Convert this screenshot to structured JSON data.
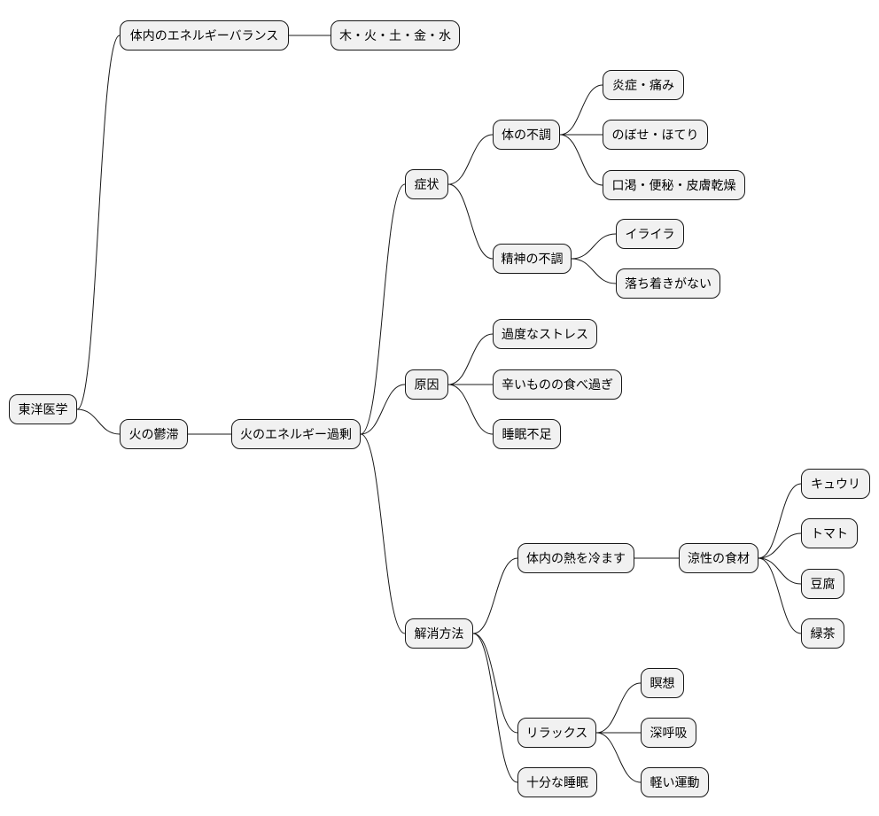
{
  "colors": {
    "node_fill": "#f1f1f1",
    "node_border": "#181818",
    "line": "#181818",
    "background": "#ffffff"
  },
  "nodes": {
    "root": "東洋医学",
    "balance": "体内のエネルギーバランス",
    "five_elements": "木・火・土・金・水",
    "fire_stagnation": "火の鬱滞",
    "fire_excess": "火のエネルギー過剰",
    "symptoms": "症状",
    "body_discomfort": "体の不調",
    "inflammation": "炎症・痛み",
    "hot_flush": "のぼせ・ほてり",
    "dryness": "口渇・便秘・皮膚乾燥",
    "mental_discomfort": "精神の不調",
    "irritation": "イライラ",
    "restless": "落ち着きがない",
    "causes": "原因",
    "stress": "過度なストレス",
    "spicy": "辛いものの食べ過ぎ",
    "sleep_lack": "睡眠不足",
    "remedies": "解消方法",
    "cool_body": "体内の熱を冷ます",
    "cooling_foods": "涼性の食材",
    "cucumber": "キュウリ",
    "tomato": "トマト",
    "tofu": "豆腐",
    "green_tea": "緑茶",
    "relax": "リラックス",
    "meditation": "瞑想",
    "deep_breath": "深呼吸",
    "light_exercise": "軽い運動",
    "enough_sleep": "十分な睡眠"
  }
}
